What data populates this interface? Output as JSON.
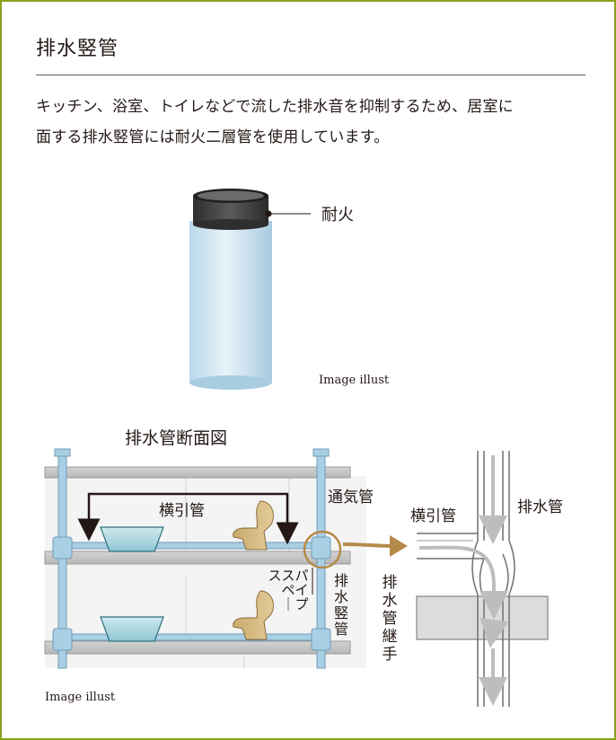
{
  "section": {
    "title": "排水竪管",
    "description_lines": [
      "キッチン、浴室、トイレなどで流した排水音を抑制するため、居室に",
      "面する排水竪管には耐火二層管を使用しています。"
    ]
  },
  "pipe_figure": {
    "fire_label": "耐火",
    "caption": "Image illust"
  },
  "section_diagram": {
    "title": "排水管断面図",
    "horizontal_pipe_label": "横引管",
    "vent_pipe_label": "通気管",
    "pipe_space_label": "パイプスペース",
    "drain_stack_label": "排水竪管",
    "caption": "Image illust"
  },
  "detail_diagram": {
    "horizontal_pipe_label": "横引管",
    "drain_pipe_label": "排水管",
    "joint_label": "排水管継手"
  },
  "colors": {
    "frame_border": "#8aa31e",
    "pipe_blue": "#a9cfe5",
    "pipe_dark": "#3a3a3a",
    "callout_gold": "#b58a4a",
    "slab_gray": "#d9d9d9"
  }
}
